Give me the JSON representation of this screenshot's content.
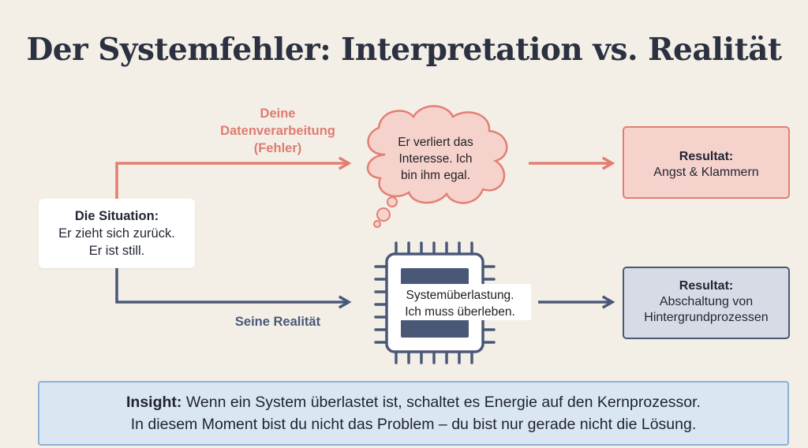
{
  "title": "Der Systemfehler: Interpretation vs. Realität",
  "situation": {
    "heading": "Die Situation:",
    "line1": "Er zieht sich zurück.",
    "line2": "Er ist still."
  },
  "interpretation_path": {
    "label_lines": [
      "Deine",
      "Datenverarbeitung",
      "(Fehler)"
    ],
    "thought_lines": [
      "Er verliert das",
      "Interesse. Ich",
      "bin ihm egal."
    ],
    "result_heading": "Resultat:",
    "result_lines": [
      "Angst & Klammern"
    ]
  },
  "reality_path": {
    "label": "Seine Realität",
    "chip_lines": [
      "Systemüberlastung.",
      "Ich muss überleben."
    ],
    "result_heading": "Resultat:",
    "result_lines": [
      "Abschaltung von",
      "Hintergrundprozessen"
    ]
  },
  "insight": {
    "prefix": "Insight:",
    "line1": " Wenn ein System überlastet ist, schaltet es Energie auf den Kernprozessor.",
    "line2": "In diesem Moment bist du nicht das Problem – du bist nur gerade nicht die Lösung."
  },
  "colors": {
    "background": "#f3efe7",
    "red_accent": "#e47e72",
    "blue_accent": "#4a5878",
    "insight_fill": "#dbe6f3"
  },
  "icons": {
    "thought": "thought-cloud-icon",
    "processor": "cpu-chip-icon"
  }
}
